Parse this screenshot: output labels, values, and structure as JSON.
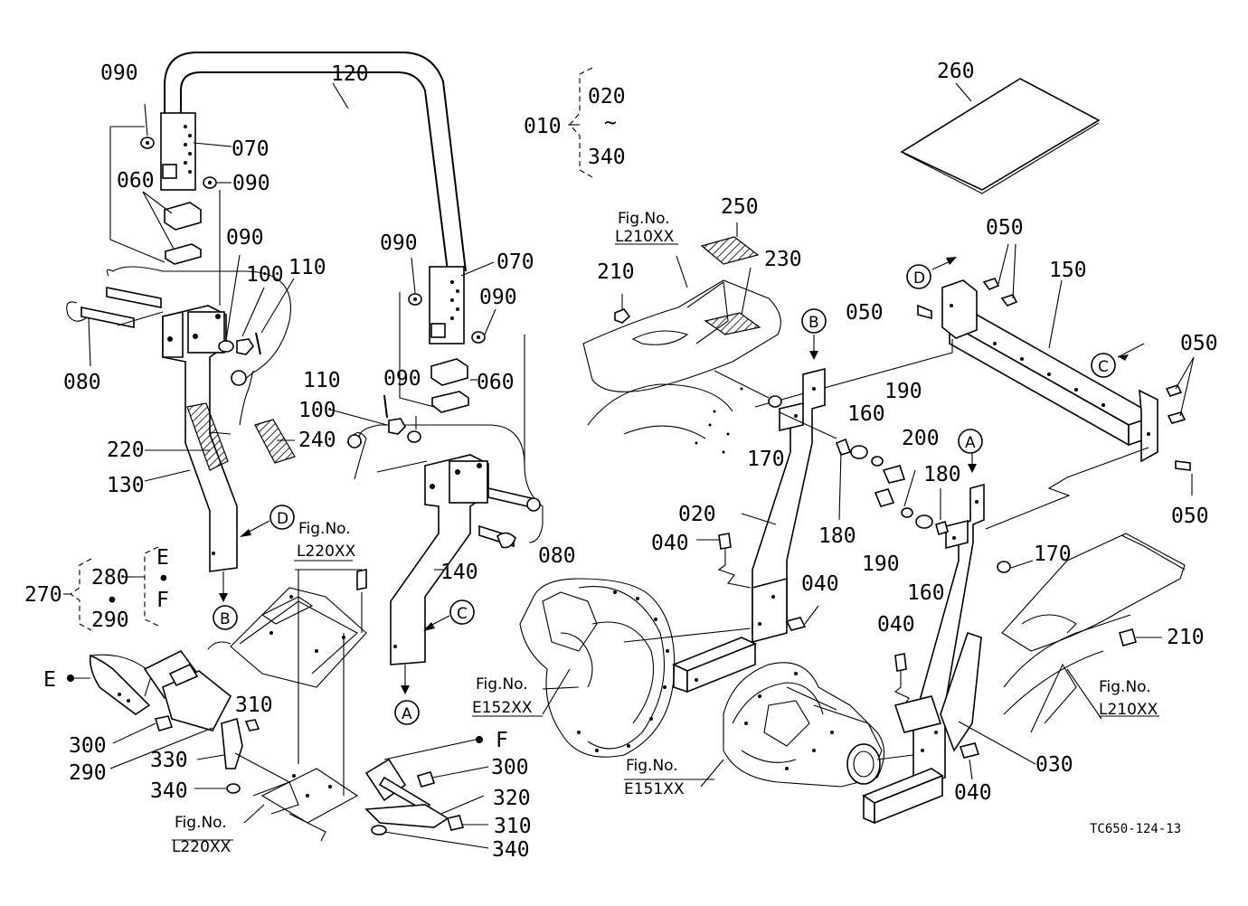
{
  "labels": [
    {
      "id": "l090a",
      "text": "090"
    },
    {
      "id": "l120",
      "text": "120"
    },
    {
      "id": "l070a",
      "text": "070"
    },
    {
      "id": "l060a",
      "text": "060"
    },
    {
      "id": "l090b",
      "text": "090"
    },
    {
      "id": "l090c",
      "text": "090"
    },
    {
      "id": "l100a",
      "text": "100"
    },
    {
      "id": "l110a",
      "text": "110"
    },
    {
      "id": "l080a",
      "text": "080"
    },
    {
      "id": "l220",
      "text": "220"
    },
    {
      "id": "l130",
      "text": "130"
    },
    {
      "id": "l240",
      "text": "240"
    },
    {
      "id": "l090d",
      "text": "090"
    },
    {
      "id": "l070b",
      "text": "070"
    },
    {
      "id": "l090e",
      "text": "090"
    },
    {
      "id": "l110b",
      "text": "110"
    },
    {
      "id": "l090f",
      "text": "090"
    },
    {
      "id": "l060b",
      "text": "060"
    },
    {
      "id": "l100b",
      "text": "100"
    },
    {
      "id": "l080b",
      "text": "080"
    },
    {
      "id": "l140",
      "text": "140"
    },
    {
      "id": "l010",
      "text": "010"
    },
    {
      "id": "l020",
      "text": "020"
    },
    {
      "id": "ltilde",
      "text": "~"
    },
    {
      "id": "l340top",
      "text": "340"
    },
    {
      "id": "l260",
      "text": "260"
    },
    {
      "id": "l250",
      "text": "250"
    },
    {
      "id": "l230",
      "text": "230"
    },
    {
      "id": "l210a",
      "text": "210"
    },
    {
      "id": "l050a",
      "text": "050"
    },
    {
      "id": "l150",
      "text": "150"
    },
    {
      "id": "l050b",
      "text": "050"
    },
    {
      "id": "l050c",
      "text": "050"
    },
    {
      "id": "l050d",
      "text": "050"
    },
    {
      "id": "l170a",
      "text": "170"
    },
    {
      "id": "l160a",
      "text": "160"
    },
    {
      "id": "l190a",
      "text": "190"
    },
    {
      "id": "l200",
      "text": "200"
    },
    {
      "id": "l020b",
      "text": "020"
    },
    {
      "id": "l040a",
      "text": "040"
    },
    {
      "id": "l180a",
      "text": "180"
    },
    {
      "id": "l180b",
      "text": "180"
    },
    {
      "id": "l190b",
      "text": "190"
    },
    {
      "id": "l160b",
      "text": "160"
    },
    {
      "id": "l170b",
      "text": "170"
    },
    {
      "id": "l040b",
      "text": "040"
    },
    {
      "id": "l040c",
      "text": "040"
    },
    {
      "id": "l210b",
      "text": "210"
    },
    {
      "id": "l030",
      "text": "030"
    },
    {
      "id": "l040d",
      "text": "040"
    },
    {
      "id": "l270",
      "text": "270"
    },
    {
      "id": "l280",
      "text": "280"
    },
    {
      "id": "l290a",
      "text": "290"
    },
    {
      "id": "lE1",
      "text": "E"
    },
    {
      "id": "lF1",
      "text": "F"
    },
    {
      "id": "ldot1",
      "text": "•"
    },
    {
      "id": "ldot2",
      "text": "•"
    },
    {
      "id": "lE2",
      "text": "E"
    },
    {
      "id": "l300a",
      "text": "300"
    },
    {
      "id": "l310a",
      "text": "310"
    },
    {
      "id": "l290b",
      "text": "290"
    },
    {
      "id": "l330",
      "text": "330"
    },
    {
      "id": "l340a",
      "text": "340"
    },
    {
      "id": "lF2",
      "text": "F"
    },
    {
      "id": "l300b",
      "text": "300"
    },
    {
      "id": "l320",
      "text": "320"
    },
    {
      "id": "l310b",
      "text": "310"
    },
    {
      "id": "l340b",
      "text": "340"
    }
  ],
  "refs": {
    "fig_prefix": "Fig.No.",
    "l210_top": "L210XX",
    "l220_top": "L220XX",
    "l220_bot": "L220XX",
    "e152": "E152XX",
    "e151": "E151XX",
    "l210_right": "L210XX"
  },
  "markers": {
    "A": "A",
    "B": "B",
    "C": "C",
    "D": "D"
  },
  "drawing_code": "TC650-124-13"
}
